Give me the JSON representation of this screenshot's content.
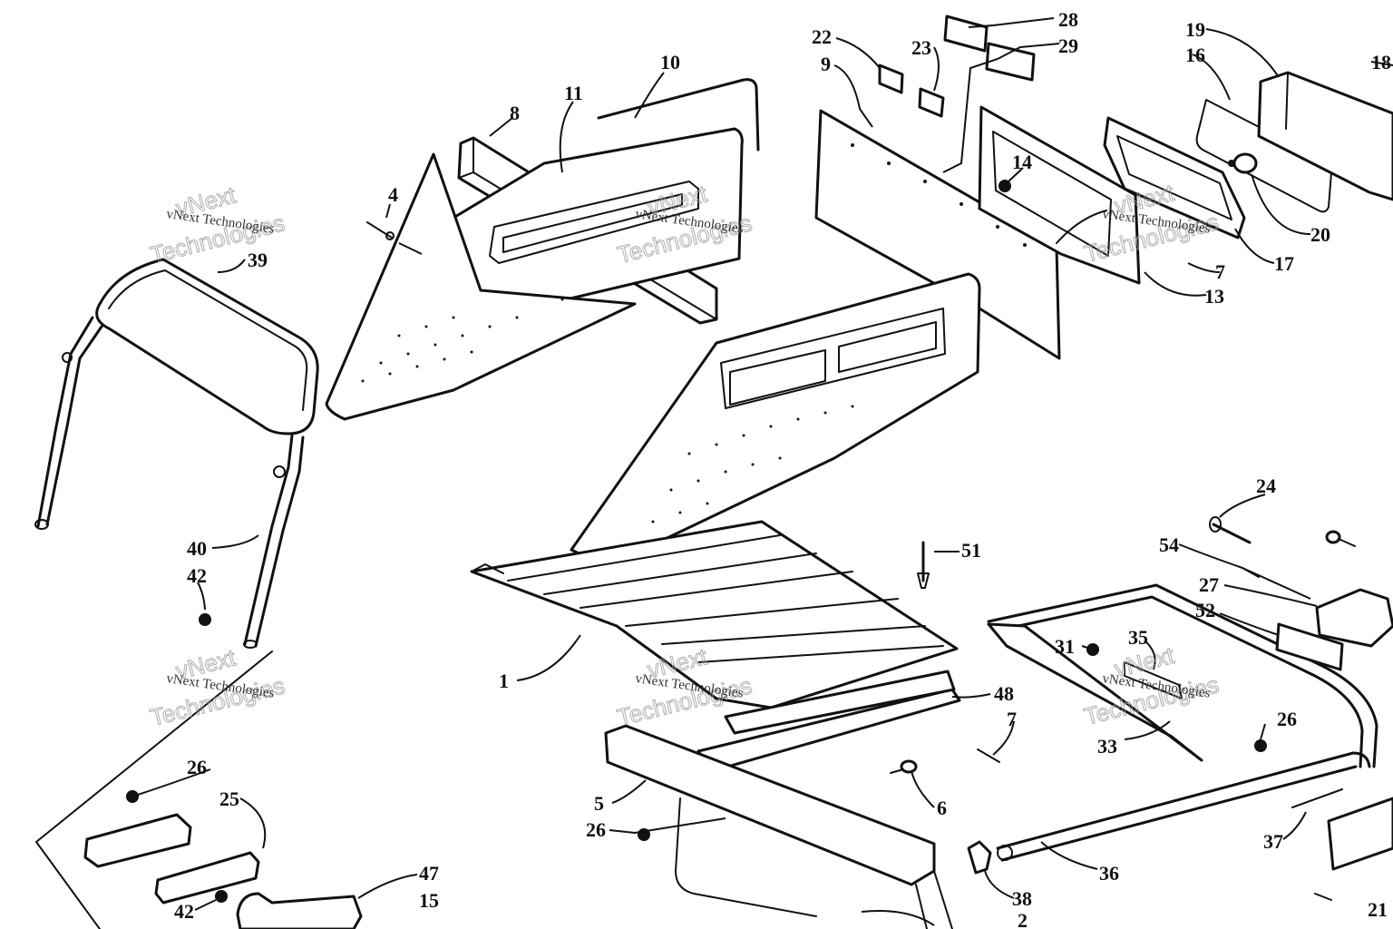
{
  "callouts": [
    {
      "n": "1"
    },
    {
      "n": "2"
    },
    {
      "n": "4"
    },
    {
      "n": "5"
    },
    {
      "n": "6"
    },
    {
      "n": "7"
    },
    {
      "n": "7"
    },
    {
      "n": "8"
    },
    {
      "n": "9"
    },
    {
      "n": "10"
    },
    {
      "n": "11"
    },
    {
      "n": "13"
    },
    {
      "n": "14"
    },
    {
      "n": "15"
    },
    {
      "n": "16"
    },
    {
      "n": "17"
    },
    {
      "n": "18"
    },
    {
      "n": "19"
    },
    {
      "n": "20"
    },
    {
      "n": "21"
    },
    {
      "n": "22"
    },
    {
      "n": "23"
    },
    {
      "n": "24"
    },
    {
      "n": "25"
    },
    {
      "n": "26"
    },
    {
      "n": "26"
    },
    {
      "n": "26"
    },
    {
      "n": "26"
    },
    {
      "n": "27"
    },
    {
      "n": "28"
    },
    {
      "n": "29"
    },
    {
      "n": "31"
    },
    {
      "n": "33"
    },
    {
      "n": "35"
    },
    {
      "n": "36"
    },
    {
      "n": "37"
    },
    {
      "n": "38"
    },
    {
      "n": "39"
    },
    {
      "n": "40"
    },
    {
      "n": "42"
    },
    {
      "n": "42"
    },
    {
      "n": "47"
    },
    {
      "n": "48"
    },
    {
      "n": "51"
    },
    {
      "n": "52"
    },
    {
      "n": "54"
    }
  ],
  "watermark": {
    "line1": "vNext",
    "line2": "Technologies",
    "small": "vNext Technologies"
  }
}
